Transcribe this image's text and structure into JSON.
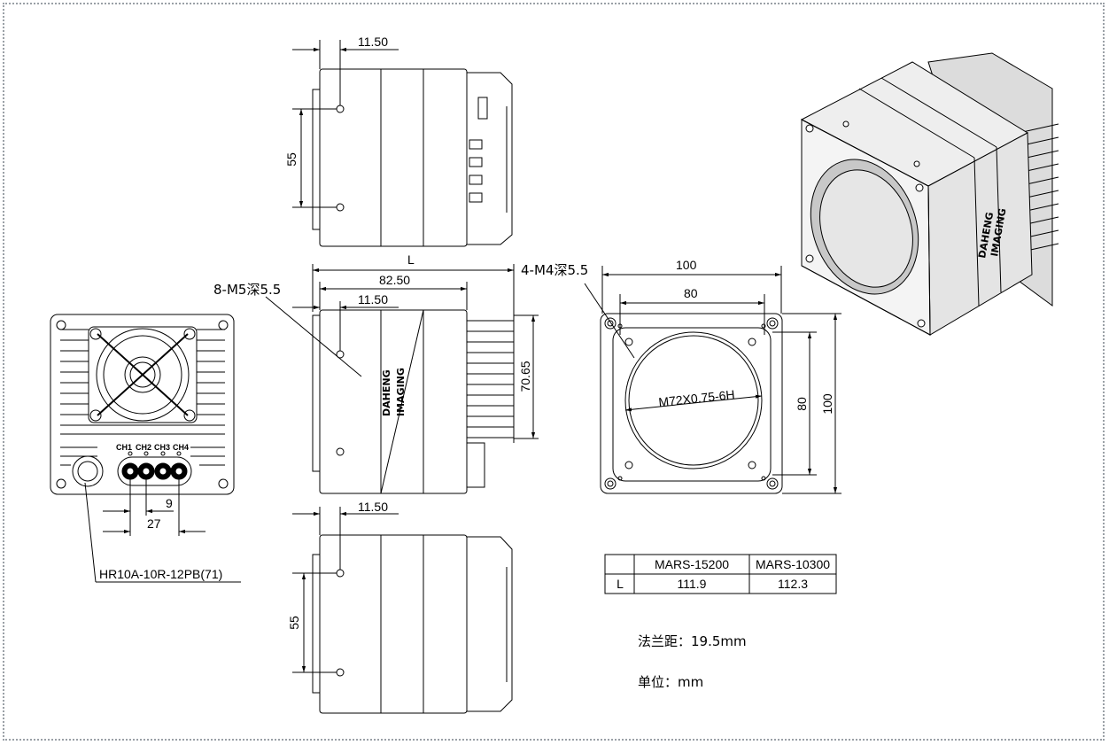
{
  "colors": {
    "line": "#000000",
    "frame": "#9aa0a6",
    "bg": "#ffffff",
    "body_fill": "#f4f4f4"
  },
  "top_view": {
    "dim_offset": "11.50",
    "dim_holes": "55"
  },
  "side_view": {
    "dim_L": "L",
    "dim_body": "82.50",
    "dim_offset": "11.50",
    "dim_height": "70.65",
    "hole_note": "8-M5深5.5",
    "logo_line1": "DAHENG",
    "logo_line2": "IMAGING"
  },
  "bottom_view": {
    "dim_offset": "11.50",
    "dim_holes": "55"
  },
  "back_view": {
    "channels": [
      "CH1",
      "CH2",
      "CH3",
      "CH4"
    ],
    "dim_9": "9",
    "dim_27": "27",
    "connector": "HR10A-10R-12PB(71)"
  },
  "front_view": {
    "dim_width_outer": "100",
    "dim_width_inner": "80",
    "dim_height_inner": "80",
    "dim_height_outer": "100",
    "hole_note": "4-M4深5.5",
    "thread": "M72X0.75-6H"
  },
  "table": {
    "headers": [
      "",
      "MARS-15200",
      "MARS-10300"
    ],
    "row_label": "L",
    "values": [
      "111.9",
      "112.3"
    ]
  },
  "notes": {
    "flange": "法兰距：19.5mm",
    "unit": "单位：mm"
  }
}
